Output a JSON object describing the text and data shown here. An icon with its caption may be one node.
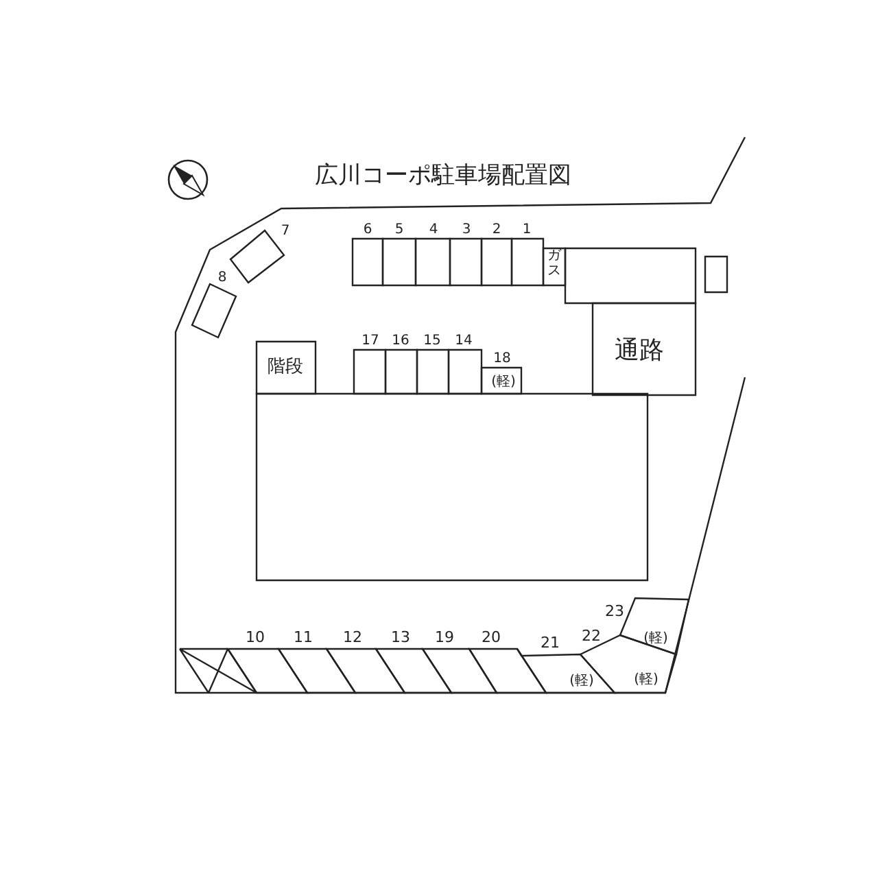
{
  "diagram": {
    "title": "広川コーポ駐車場配置図",
    "nodes": [
      {
        "text": [
          "7"
        ]
      },
      {
        "text": [
          "6"
        ]
      },
      {
        "text": [
          "5"
        ]
      },
      {
        "text": [
          "4"
        ]
      },
      {
        "text": [
          "3"
        ]
      },
      {
        "text": [
          "2"
        ]
      },
      {
        "text": [
          "1"
        ]
      },
      {
        "text": [
          "ガス"
        ]
      },
      {
        "text": [],
        "shape": "box"
      },
      {
        "text": [],
        "shape": "box"
      },
      {
        "text": [
          "8"
        ]
      },
      {
        "text": [
          "階段"
        ]
      },
      {
        "text": [
          "17"
        ]
      },
      {
        "text": [
          "16"
        ]
      },
      {
        "text": [
          "15"
        ]
      },
      {
        "text": [
          "14"
        ]
      },
      {
        "text": [
          "18",
          "(軽)"
        ]
      },
      {
        "text": [
          "通路"
        ]
      },
      {
        "text": [],
        "shape": "box"
      },
      {
        "text": [
          "23",
          "(軽)"
        ]
      },
      {
        "text": [
          "10"
        ]
      },
      {
        "text": [
          "11"
        ]
      },
      {
        "text": [
          "12"
        ]
      },
      {
        "text": [
          "13"
        ]
      },
      {
        "text": [
          "19"
        ]
      },
      {
        "text": [
          "20"
        ]
      },
      {
        "text": [
          "21",
          "(軽)"
        ]
      },
      {
        "text": [
          "22",
          "(軽)"
        ]
      }
    ]
  }
}
